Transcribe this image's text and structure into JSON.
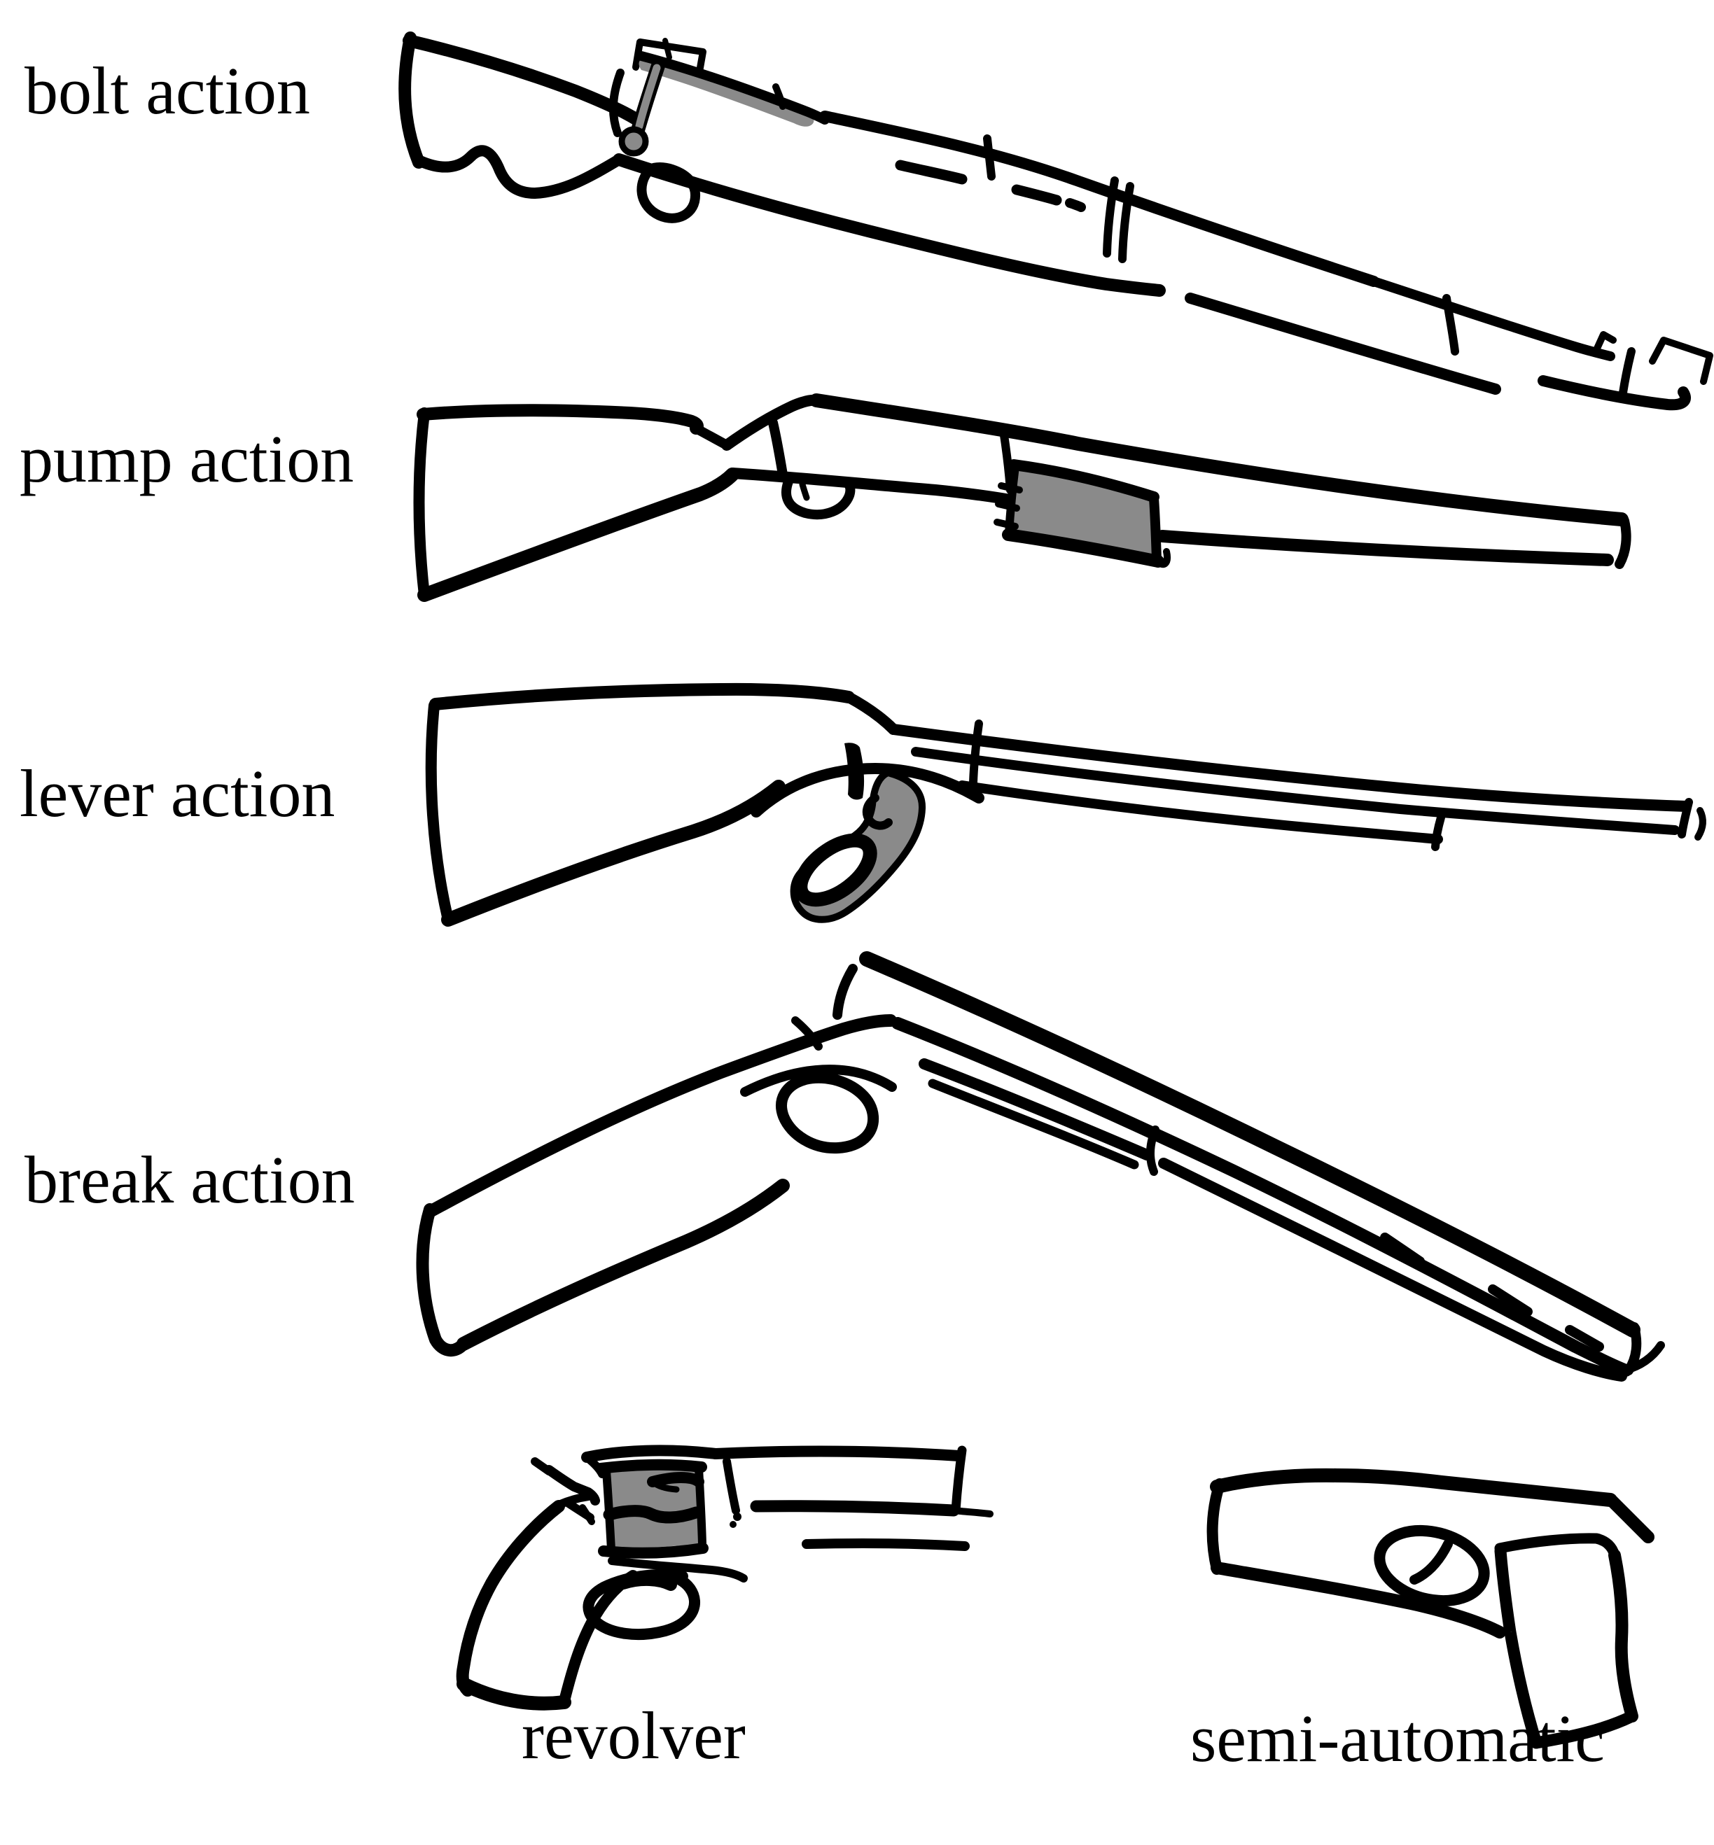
{
  "page": {
    "background_color": "#ffffff",
    "ink_color": "#000000",
    "highlight_color": "#8a8a8a"
  },
  "figures": [
    {
      "label": "bolt action",
      "illustration": "bolt-action-rifle-sketch",
      "highlighted_component": "bolt-handle"
    },
    {
      "label": "pump action",
      "illustration": "pump-action-shotgun-sketch",
      "highlighted_component": "pump-grip"
    },
    {
      "label": "lever action",
      "illustration": "lever-action-rifle-sketch",
      "highlighted_component": "lever-loop"
    },
    {
      "label": "break action",
      "illustration": "break-action-shotgun-sketch",
      "highlighted_component": ""
    },
    {
      "label": "revolver",
      "illustration": "revolver-sketch",
      "highlighted_component": "cylinder"
    },
    {
      "label": "semi-automatic",
      "illustration": "semi-automatic-pistol-sketch",
      "highlighted_component": ""
    }
  ]
}
